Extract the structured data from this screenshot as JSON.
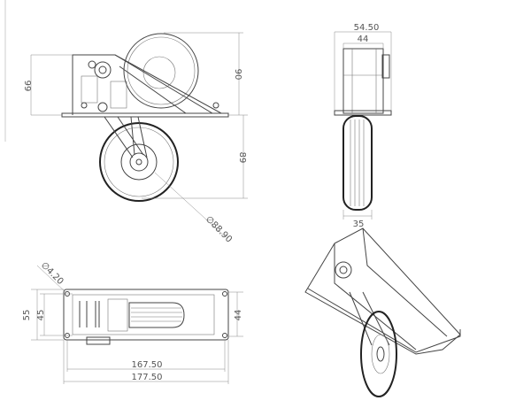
{
  "side_view": {
    "height_frame": "66",
    "height_total": "90",
    "height_wheel": "89",
    "wheel_diameter": "∅88.90"
  },
  "front_view": {
    "width_outer": "54.50",
    "width_inner": "44",
    "wheel_width": "35"
  },
  "top_view": {
    "hole_diameter": "∅4.20",
    "width_outer": "55",
    "width_inner": "45",
    "width_right": "44",
    "length_inner": "167.50",
    "length_outer": "177.50"
  }
}
